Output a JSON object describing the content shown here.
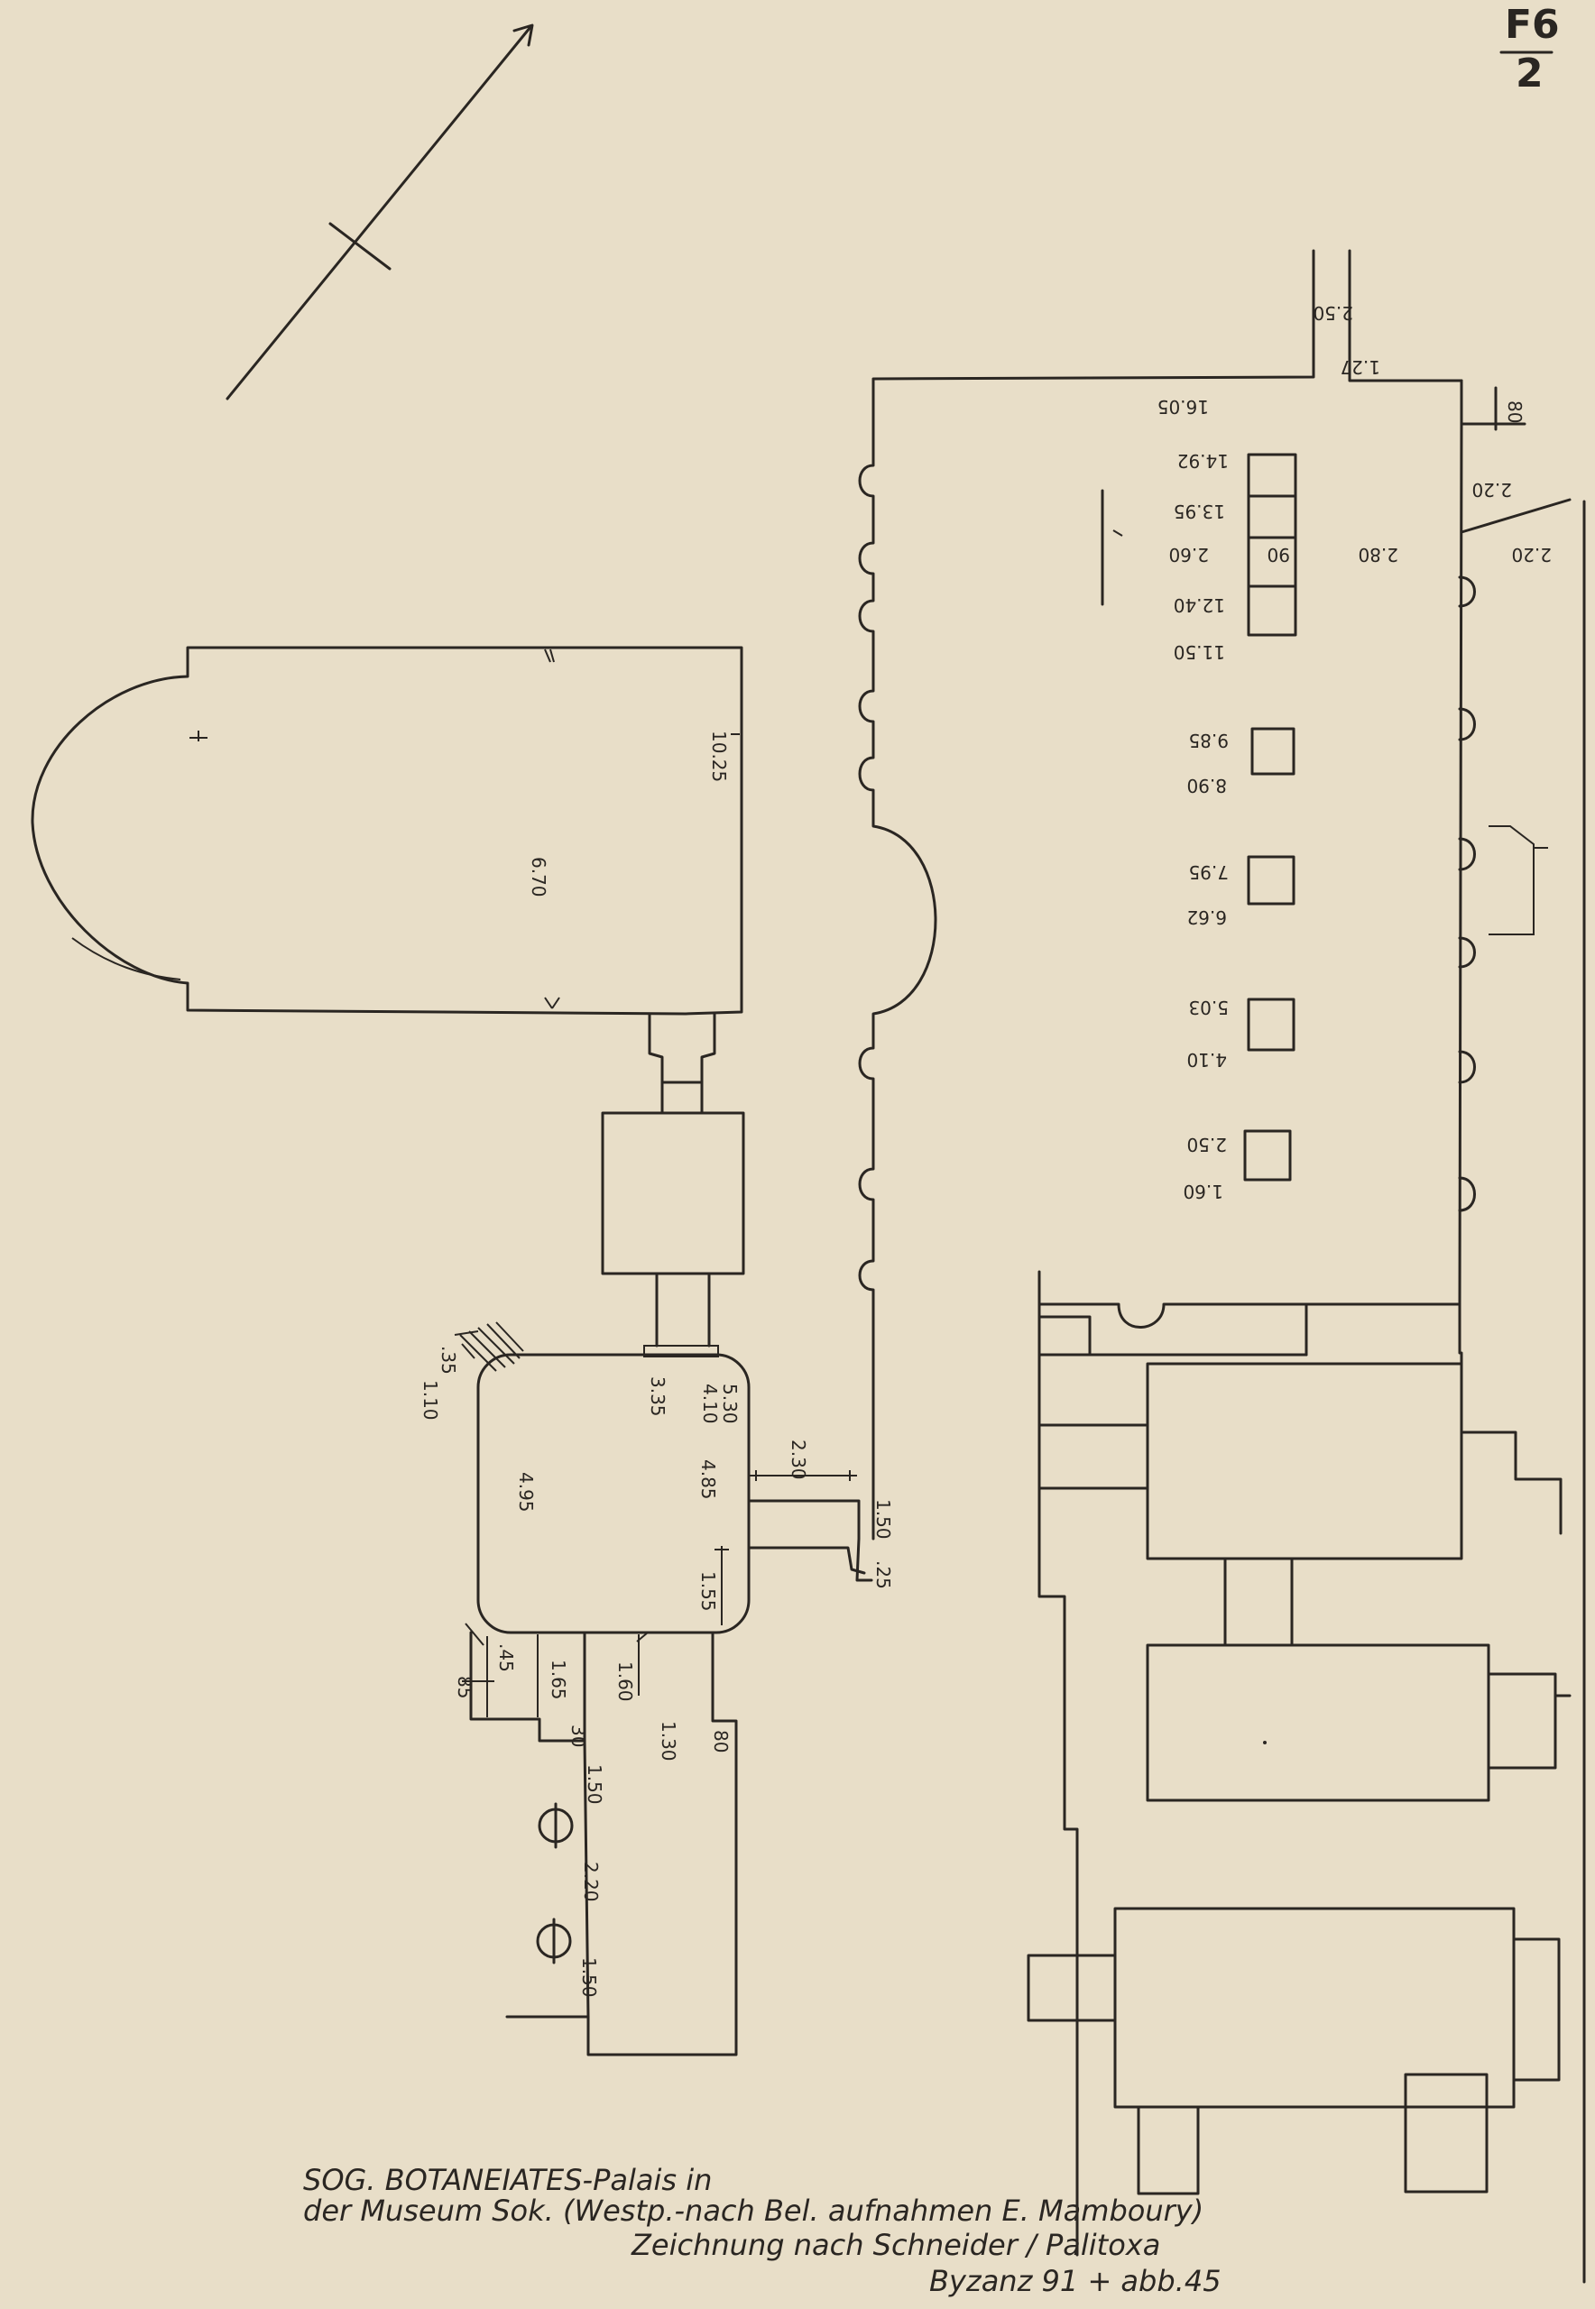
{
  "sheet": {
    "number_top": "F6",
    "number_bottom": "2",
    "paper_color": "#e8dec8",
    "ink_color": "#2a2622"
  },
  "north_arrow": {
    "icon": "north-arrow-icon"
  },
  "left_building": {
    "hall_dims": [
      "10.25",
      "6.70"
    ],
    "lower_room_dims": [
      "1.10",
      ".35",
      "3.35",
      "4.10",
      "5.30",
      "4.95",
      "4.85",
      "1.55",
      "2.30",
      "1.50",
      ".25",
      "85",
      ".45",
      "1.65",
      "1.60",
      "30",
      "1.30",
      "80"
    ],
    "column_dims": [
      "1.50",
      "2.20",
      "1.50"
    ]
  },
  "right_building": {
    "hall_dims_upper": [
      "2.50",
      "1.27",
      "16.05",
      "80",
      "2.20",
      "14.92",
      "13.95",
      "2.60",
      "90",
      "2.80",
      "2.20",
      "12.40",
      "11.50"
    ],
    "hall_dims_lower": [
      "9.85",
      "8.90",
      "7.95",
      "6.62",
      "5.03",
      "4.10",
      "2.50",
      "1.60"
    ]
  },
  "caption": {
    "line1": "SOG. BOTANEIATES-Palais in",
    "line2": "der Museum Sok. (Westp.-nach Bel. aufnahmen E. Mamboury)",
    "line3": "Zeichnung nach Schneider / Palitoxa",
    "line4": "Byzanz 91 + abb.45"
  }
}
